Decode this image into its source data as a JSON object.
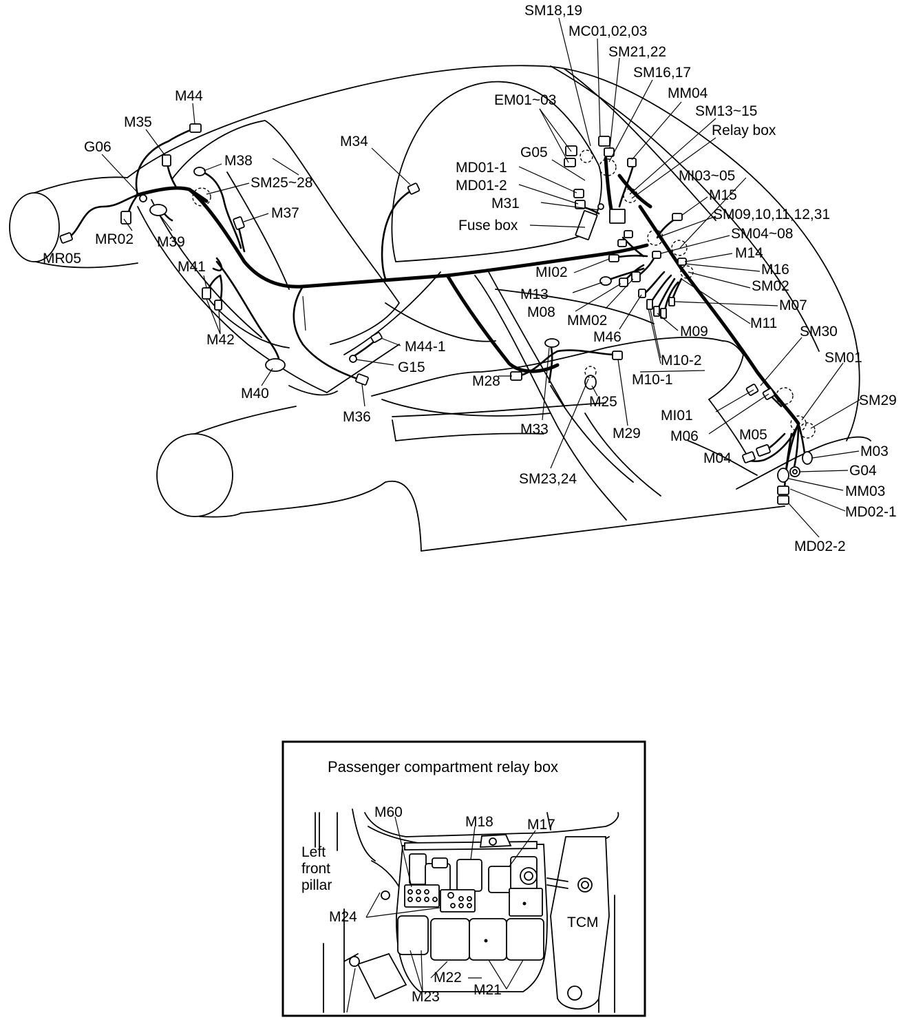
{
  "main_diagram": {
    "labels": {
      "sm18_19": "SM18,19",
      "mc01_02_03": "MC01,02,03",
      "sm21_22": "SM21,22",
      "sm16_17": "SM16,17",
      "mm04": "MM04",
      "em01_03": "EM01~03",
      "sm13_15": "SM13~15",
      "relay_box": "Relay box",
      "g05": "G05",
      "md01_1": "MD01-1",
      "md01_2": "MD01-2",
      "m31": "M31",
      "fuse_box": "Fuse box",
      "mi03_05": "MI03~05",
      "m15": "M15",
      "sm09_31": "SM09,10,11,12,31",
      "sm04_08": "SM04~08",
      "m14": "M14",
      "m16": "M16",
      "sm02": "SM02",
      "m07": "M07",
      "m11": "M11",
      "mi02": "MI02",
      "m13": "M13",
      "m08": "M08",
      "mm02": "MM02",
      "m46": "M46",
      "m09": "M09",
      "m10_2": "M10-2",
      "m10_1": "M10-1",
      "sm30": "SM30",
      "sm01": "SM01",
      "sm29": "SM29",
      "mi01": "MI01",
      "m06": "M06",
      "m05": "M05",
      "m04": "M04",
      "m03": "M03",
      "g04": "G04",
      "mm03": "MM03",
      "md02_1": "MD02-1",
      "md02_2": "MD02-2",
      "m44": "M44",
      "m35": "M35",
      "g06": "G06",
      "m38": "M38",
      "sm25_28": "SM25~28",
      "m34": "M34",
      "m37": "M37",
      "mr02": "MR02",
      "m39": "M39",
      "mr05": "MR05",
      "m41": "M41",
      "m42": "M42",
      "m40": "M40",
      "m44_1": "M44-1",
      "g15": "G15",
      "m36": "M36",
      "m28": "M28",
      "m33": "M33",
      "m25": "M25",
      "m29": "M29",
      "sm23_24": "SM23,24"
    }
  },
  "inset": {
    "title": "Passenger compartment relay box",
    "labels": {
      "m60": "M60",
      "m18": "M18",
      "m17": "M17",
      "left": "Left",
      "front": "front",
      "pillar": "pillar",
      "m24": "M24",
      "tcm": "TCM",
      "m22": "M22",
      "m23": "M23",
      "m21": "M21"
    }
  }
}
